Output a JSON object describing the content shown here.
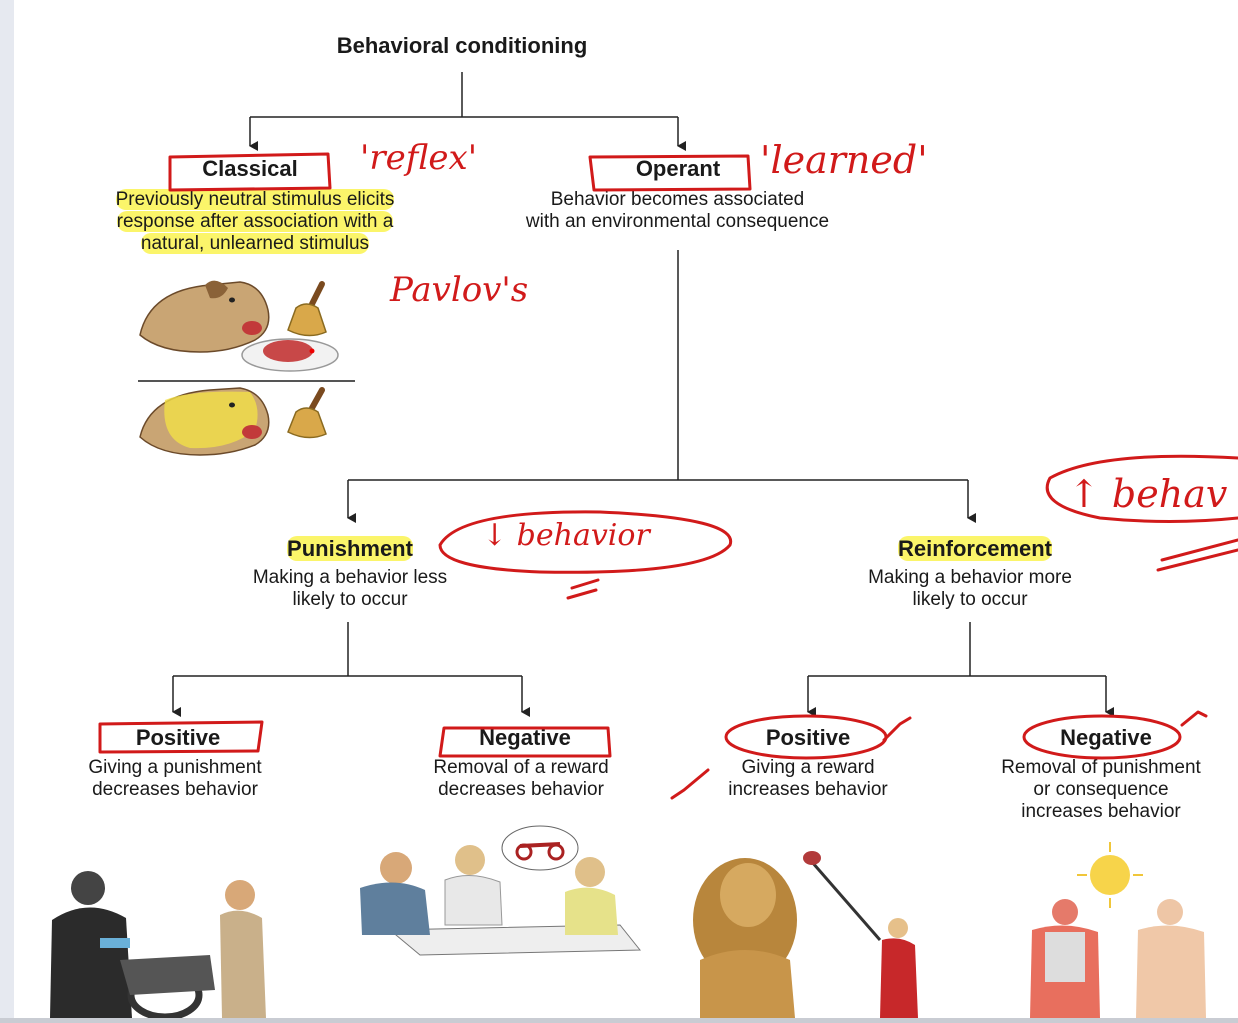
{
  "title": "Behavioral conditioning",
  "classical": {
    "label": "Classical",
    "desc": [
      "Previously neutral stimulus elicits",
      "response after association with a",
      "natural, unlearned stimulus"
    ]
  },
  "operant": {
    "label": "Operant",
    "desc": [
      "Behavior becomes associated",
      "with an environmental consequence"
    ]
  },
  "punishment": {
    "label": "Punishment",
    "desc": [
      "Making a behavior less",
      "likely to occur"
    ],
    "positive": {
      "label": "Positive",
      "desc": [
        "Giving a punishment",
        "decreases behavior"
      ]
    },
    "negative": {
      "label": "Negative",
      "desc": [
        "Removal of a reward",
        "decreases behavior"
      ]
    }
  },
  "reinforcement": {
    "label": "Reinforcement",
    "desc": [
      "Making a behavior more",
      "likely to occur"
    ],
    "positive": {
      "label": "Positive",
      "desc": [
        "Giving a reward",
        "increases behavior"
      ]
    },
    "negative": {
      "label": "Negative",
      "desc": [
        "Removal of punishment",
        "or consequence",
        "increases behavior"
      ]
    }
  },
  "annotations": {
    "reflex": "'reflex'",
    "learned": "'learned'",
    "pavlov": "Pavlov's",
    "decrease_behavior": "↓ behavior",
    "increase_behavior": "↑ behav"
  },
  "colors": {
    "highlight": "#fbf56a",
    "ink": "#d11a1a",
    "text": "#1a1a1a"
  }
}
